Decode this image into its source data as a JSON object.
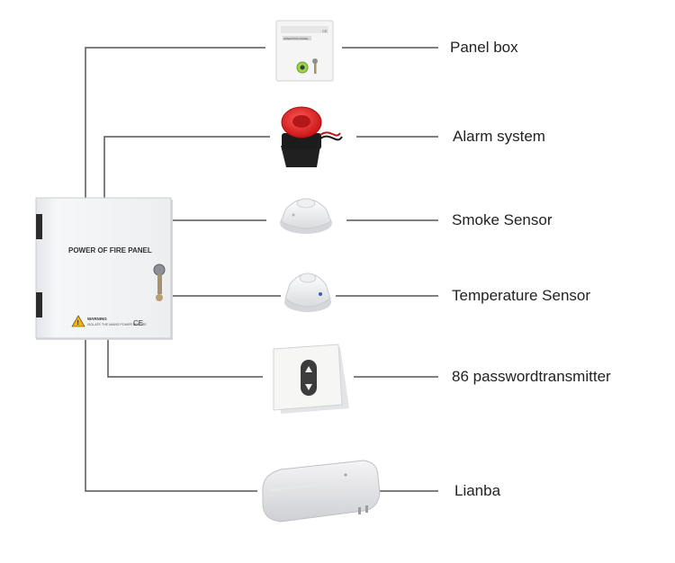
{
  "main_panel": {
    "title": "POWER OF FIRE PANEL",
    "warning_text": "WARNING",
    "warning_sub": "ISOLATE THE MAINS POWER BEFORE",
    "ce_mark": "CE"
  },
  "devices": [
    {
      "id": "panel-box",
      "label": "Panel box",
      "icon": "key-switch-panel-icon"
    },
    {
      "id": "alarm-system",
      "label": "Alarm system",
      "icon": "siren-icon"
    },
    {
      "id": "smoke-sensor",
      "label": "Smoke Sensor",
      "icon": "smoke-detector-icon"
    },
    {
      "id": "temperature-sensor",
      "label": "Temperature Sensor",
      "icon": "heat-detector-icon"
    },
    {
      "id": "password-transmitter",
      "label": "86 passwordtransmitter",
      "icon": "wall-switch-icon"
    },
    {
      "id": "lianba",
      "label": "Lianba",
      "icon": "plug-in-receiver-icon"
    }
  ],
  "panel_box": {
    "header": "OPERATION PANEL",
    "ce_mark": "CE"
  },
  "colors": {
    "wire": "#555555",
    "panel_body": "#f1f2f3",
    "siren_red": "#d81e1e",
    "key_green": "#9bd64a"
  }
}
